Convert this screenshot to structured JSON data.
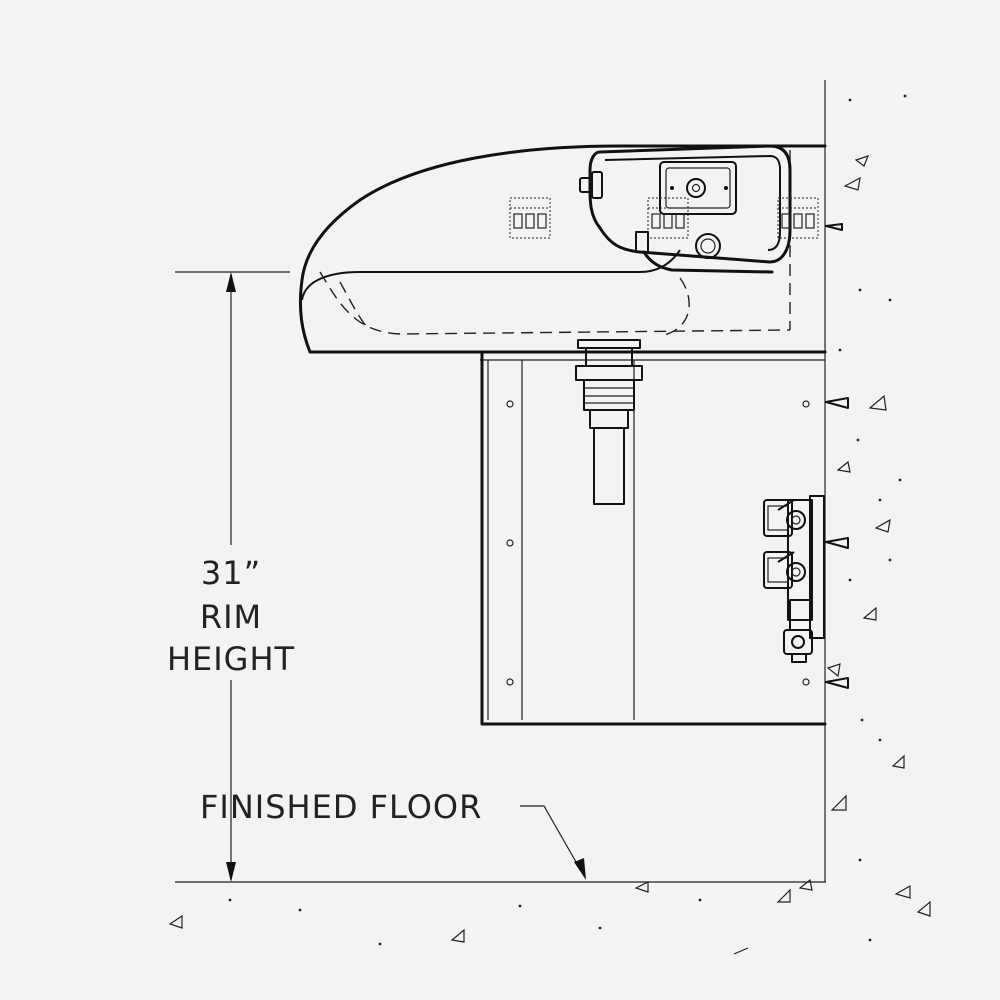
{
  "diagram": {
    "dimension_value": "31”",
    "dimension_label_line1": "RIM",
    "dimension_label_line2": "HEIGHT",
    "floor_label": "FINISHED FLOOR"
  },
  "colors": {
    "background": "#f3f3f3",
    "line": "#111111"
  }
}
